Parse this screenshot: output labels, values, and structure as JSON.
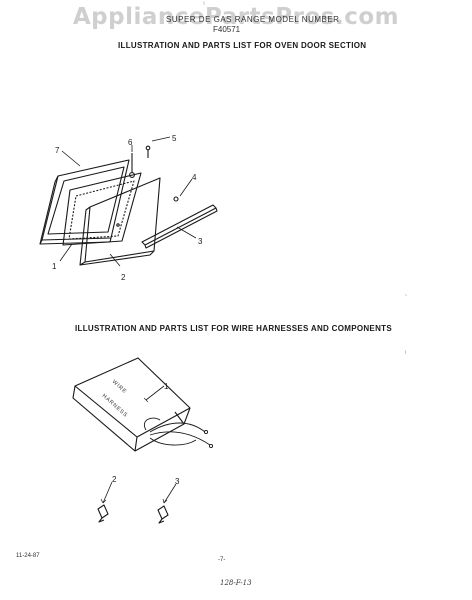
{
  "watermark": "AppliancePartsPros.com",
  "header": {
    "line1": "SUPER DE GAS RANGE MODEL NUMBER",
    "model": "F40571"
  },
  "sections": {
    "oven_door_title": "ILLUSTRATION AND PARTS LIST FOR OVEN DOOR SECTION",
    "wire_harness_title": "ILLUSTRATION AND PARTS LIST FOR WIRE HARNESSES AND COMPONENTS"
  },
  "oven_door_callouts": [
    "1",
    "2",
    "3",
    "4",
    "5",
    "6",
    "7"
  ],
  "wire_harness": {
    "label_line1": "WIRE",
    "label_line2": "HARNESS",
    "callouts": [
      "1",
      "2",
      "3"
    ]
  },
  "footer": {
    "date": "11-24-87",
    "page": "-7-",
    "handwritten": "128-F-13"
  }
}
